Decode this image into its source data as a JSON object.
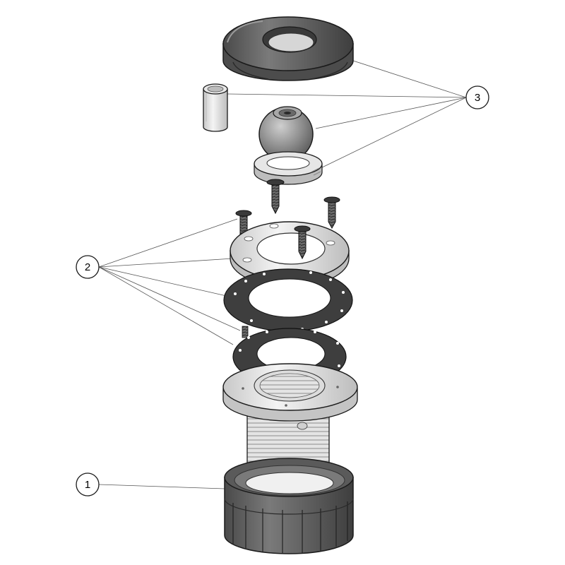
{
  "callouts": [
    {
      "id": "1",
      "label": "1"
    },
    {
      "id": "2",
      "label": "2"
    },
    {
      "id": "3",
      "label": "3"
    }
  ],
  "parts": {
    "1": "union-nut",
    "2": [
      "mounting-flange",
      "gasket",
      "gasket",
      "flange-screws",
      "wall-fitting-body"
    ],
    "3": [
      "escutcheon-cap",
      "extension-sleeve",
      "eyeball-nozzle",
      "retaining-ring"
    ]
  },
  "colors": {
    "dark_part": "#5f5f5f",
    "light_part": "#e6e6e6",
    "gasket": "#3e3e3e",
    "outline": "#1a1a1a",
    "leader": "#555555"
  }
}
